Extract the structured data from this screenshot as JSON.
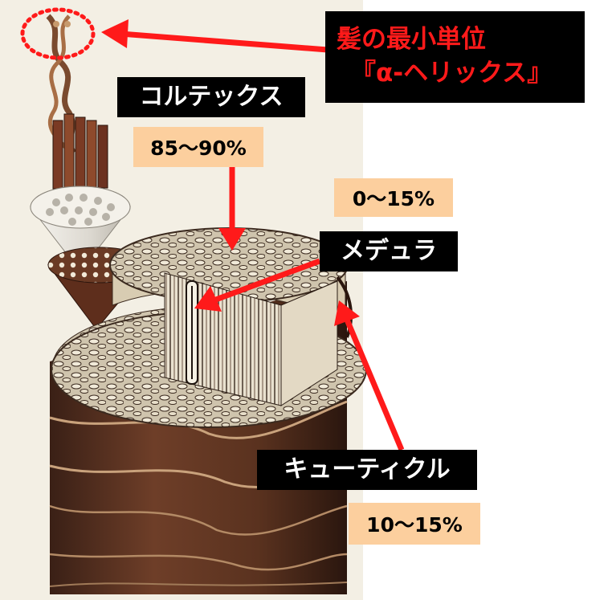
{
  "title": {
    "line1": "髪の最小単位",
    "line2": "『α-ヘリックス』"
  },
  "labels": {
    "cortex": "コルテックス",
    "cortex_pct": "85〜90%",
    "medulla": "メデュラ",
    "medulla_pct": "0〜15%",
    "cuticle": "キューティクル",
    "cuticle_pct": "10〜15%"
  },
  "colors": {
    "accent_red": "#ff1a1a",
    "label_bg": "#000000",
    "pct_bg": "#fccf9e",
    "background": "#f3efe4"
  }
}
